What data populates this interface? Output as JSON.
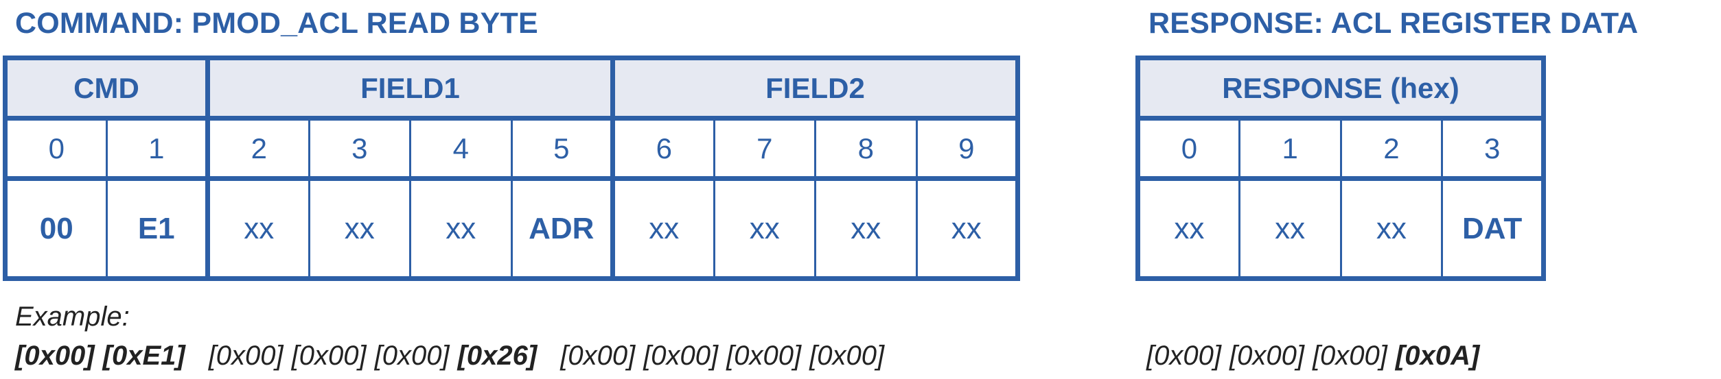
{
  "command": {
    "title": "COMMAND: PMOD_ACL READ BYTE",
    "headers": {
      "cmd": "CMD",
      "field1": "FIELD1",
      "field2": "FIELD2"
    },
    "indices": [
      "0",
      "1",
      "2",
      "3",
      "4",
      "5",
      "6",
      "7",
      "8",
      "9"
    ],
    "values": [
      "00",
      "E1",
      "xx",
      "xx",
      "xx",
      "ADR",
      "xx",
      "xx",
      "xx",
      "xx"
    ]
  },
  "response": {
    "title": "RESPONSE: ACL REGISTER DATA",
    "header": "RESPONSE (hex)",
    "indices": [
      "0",
      "1",
      "2",
      "3"
    ],
    "values": [
      "xx",
      "xx",
      "xx",
      "DAT"
    ]
  },
  "example": {
    "label": "Example:",
    "command_bytes": [
      "[0x00]",
      "[0xE1]",
      "[0x00]",
      "[0x00]",
      "[0x00]",
      "[0x26]",
      "[0x00]",
      "[0x00]",
      "[0x00]",
      "[0x00]"
    ],
    "response_bytes": [
      "[0x00]",
      "[0x00]",
      "[0x00]",
      "[0x0A]"
    ]
  },
  "colors": {
    "accent": "#2d5fa6",
    "header_fill": "#e6e9f2",
    "example_text": "#222222"
  }
}
